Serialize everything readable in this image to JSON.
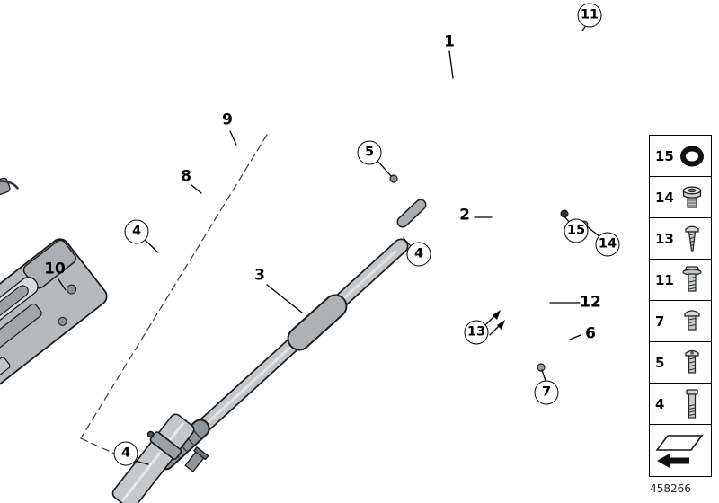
{
  "diagram_id": "458266",
  "palette": {
    "outline": "#1a1a1a",
    "metal_light": "#d6d8da",
    "metal_mid": "#b7babd",
    "metal_dark": "#878c90"
  },
  "callouts": {
    "c11": "11",
    "c1": "1",
    "c9": "9",
    "c8": "8",
    "c4a": "4",
    "c10": "10",
    "c5": "5",
    "c2": "2",
    "c15": "15",
    "c14": "14",
    "c4b": "4",
    "c3": "3",
    "c12": "12",
    "c13": "13",
    "c6": "6",
    "c7": "7",
    "c4c": "4"
  },
  "legend": {
    "rows": [
      {
        "label": "15",
        "icon": "grommet-icon"
      },
      {
        "label": "14",
        "icon": "socket-plug-icon"
      },
      {
        "label": "13",
        "icon": "tapping-screw-icon"
      },
      {
        "label": "11",
        "icon": "flange-bolt-icon"
      },
      {
        "label": "7",
        "icon": "pan-screw-icon"
      },
      {
        "label": "5",
        "icon": "torx-screw-icon"
      },
      {
        "label": "4",
        "icon": "long-bolt-icon"
      }
    ],
    "direction_icon": "direction-arrow-icon"
  }
}
